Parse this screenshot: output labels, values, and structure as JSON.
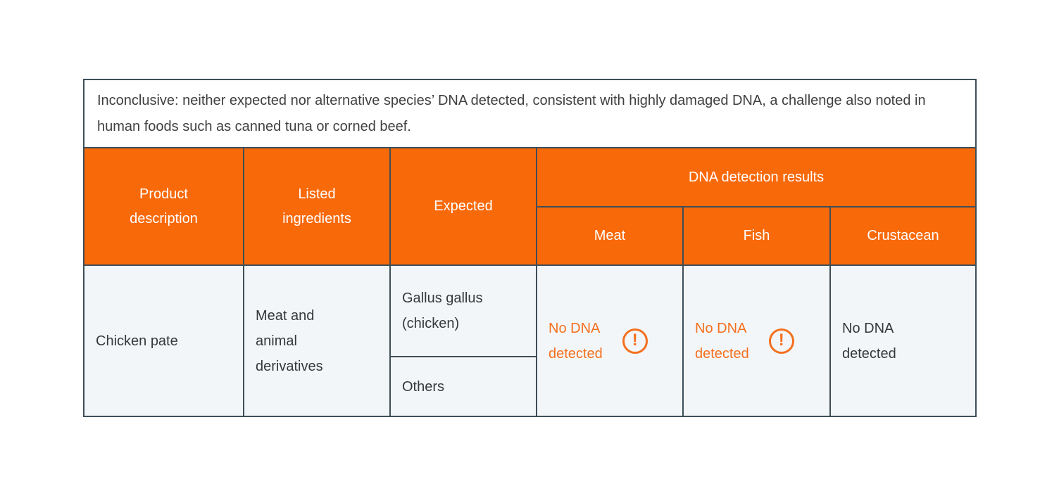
{
  "note": {
    "text": "Inconclusive: neither expected nor alternative species’ DNA detected, consistent with highly damaged DNA, a challenge also noted in human foods such as canned tuna or corned beef."
  },
  "table": {
    "headers": {
      "product_description": "Product\ndescription",
      "listed_ingredients": "Listed\ningredients",
      "expected": "Expected",
      "dna_detection_results": "DNA detection results",
      "meat": "Meat",
      "fish": "Fish",
      "crustacean": "Crustacean"
    },
    "row": {
      "product_description": "Chicken pate",
      "listed_ingredients": "Meat and\nanimal\nderivatives",
      "expected_primary": "Gallus gallus\n(chicken)",
      "expected_secondary": "Others",
      "meat_result": "No DNA\ndetected",
      "fish_result": "No DNA\ndetected",
      "crustacean_result": "No DNA\ndetected"
    }
  },
  "icons": {
    "warning_glyph": "!"
  },
  "colors": {
    "header_orange": "#f8690a",
    "alert_orange": "#f4701e",
    "border_slate": "#3e4e58",
    "cell_background": "#f3f6f9"
  }
}
